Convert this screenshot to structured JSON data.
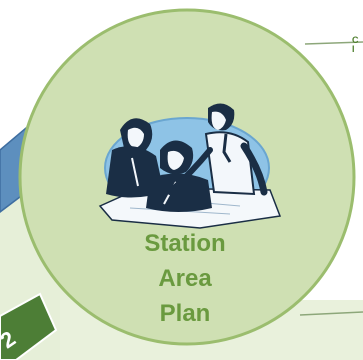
{
  "diagram": {
    "center_label_lines": [
      "Station",
      "Area",
      "Plan"
    ],
    "right_label_lines": [
      "C",
      "I"
    ],
    "step_number": "2",
    "image_icon": "people-reviewing-plans-clipart",
    "colors": {
      "circle_fill": "#cfe0b3",
      "circle_stroke": "#9bbd6e",
      "label_text": "#6a9a3f",
      "arrow_fill": "#4d7e36",
      "panel_blue": "#3f6ea0",
      "clipart_sky": "#8ec3e6"
    }
  }
}
